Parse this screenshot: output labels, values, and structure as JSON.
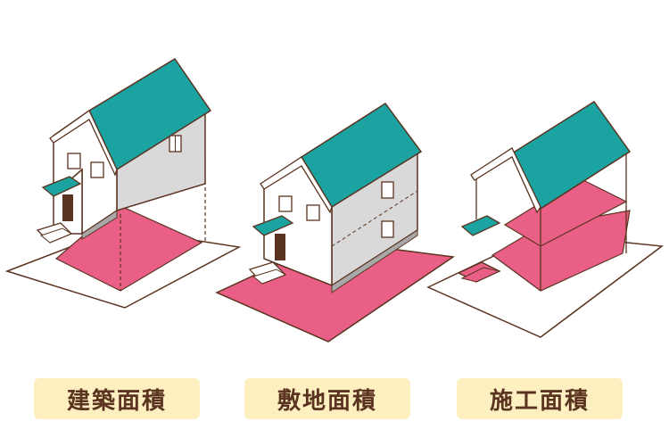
{
  "colors": {
    "background": "#ffffff",
    "outline": "#5a3420",
    "roof": "#1aa3a0",
    "wall": "#ffffff",
    "wall_shade": "#d9d9da",
    "area_fill": "#ea5f86",
    "area_fill_light": "#f4a7bd",
    "door": "#5a3420",
    "label_bg": "#fdefbf",
    "label_text": "#5a3420"
  },
  "panels": [
    {
      "name": "building-area",
      "label": "建築面積",
      "icon": "house-building-footprint"
    },
    {
      "name": "site-area",
      "label": "敷地面積",
      "icon": "house-site-lot"
    },
    {
      "name": "floor-area",
      "label": "施工面積",
      "icon": "house-floor-construction"
    }
  ]
}
